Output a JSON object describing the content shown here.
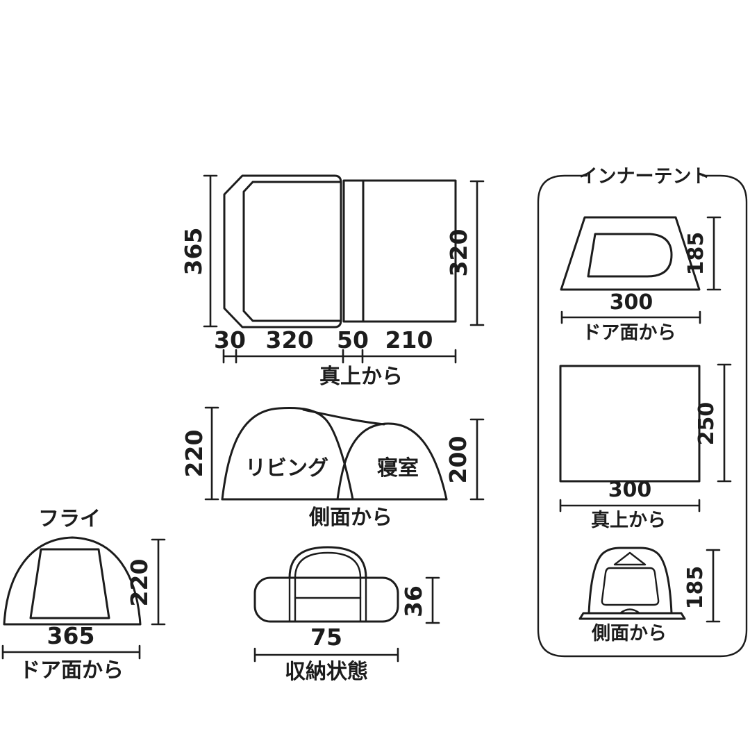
{
  "colors": {
    "background": "#ffffff",
    "line": "#1c1c1c"
  },
  "tent": {
    "top": {
      "h_left": "365",
      "h_right": "320",
      "w1": "30",
      "w2": "320",
      "w3": "50",
      "w4": "210",
      "caption": "真上から"
    },
    "side": {
      "h_left": "220",
      "h_right": "200",
      "left_room": "リビング",
      "right_room": "寝室",
      "caption": "側面から"
    },
    "fly": {
      "name": "フライ",
      "height": "220",
      "width": "365",
      "caption": "ドア面から"
    },
    "bag": {
      "height": "36",
      "width": "75",
      "caption": "収納状態"
    },
    "inner": {
      "title": "インナーテント",
      "door": {
        "height": "185",
        "width": "300",
        "caption": "ドア面から"
      },
      "top": {
        "depth": "250",
        "width": "300",
        "caption": "真上から"
      },
      "side": {
        "height": "185",
        "caption": "側面から"
      }
    }
  }
}
